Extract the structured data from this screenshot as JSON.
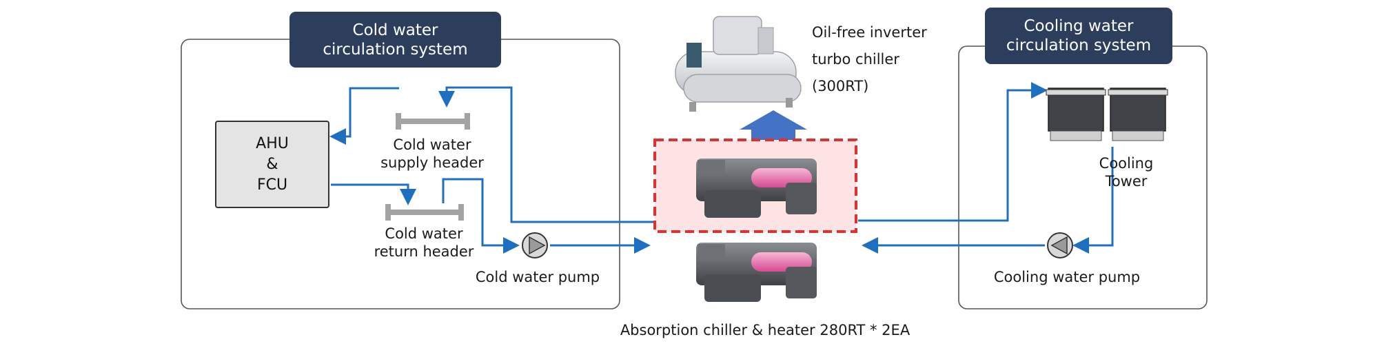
{
  "cold_system": {
    "title_line1": "Cold water",
    "title_line2": "circulation system"
  },
  "cooling_system": {
    "title_line1": "Cooling water",
    "title_line2": "circulation system"
  },
  "ahu": {
    "line1": "AHU",
    "line2": "&",
    "line3": "FCU"
  },
  "supply_header": {
    "line1": "Cold water",
    "line2": "supply header"
  },
  "return_header": {
    "line1": "Cold water",
    "line2": "return header"
  },
  "cold_pump": {
    "label": "Cold water pump"
  },
  "turbo_chiller": {
    "line1": "Oil-free inverter",
    "line2": "turbo chiller",
    "line3": "(300RT)"
  },
  "cooling_tower": {
    "line1": "Cooling",
    "line2": "Tower"
  },
  "cooling_pump": {
    "label": "Cooling water pump"
  },
  "absorption": {
    "label": "Absorption chiller & heater 280RT * 2EA"
  },
  "colors": {
    "pipe": "#1f6fc0",
    "tab_bg": "#2c3e5c",
    "highlight": "#e03030",
    "arrow": "#4472c4"
  }
}
